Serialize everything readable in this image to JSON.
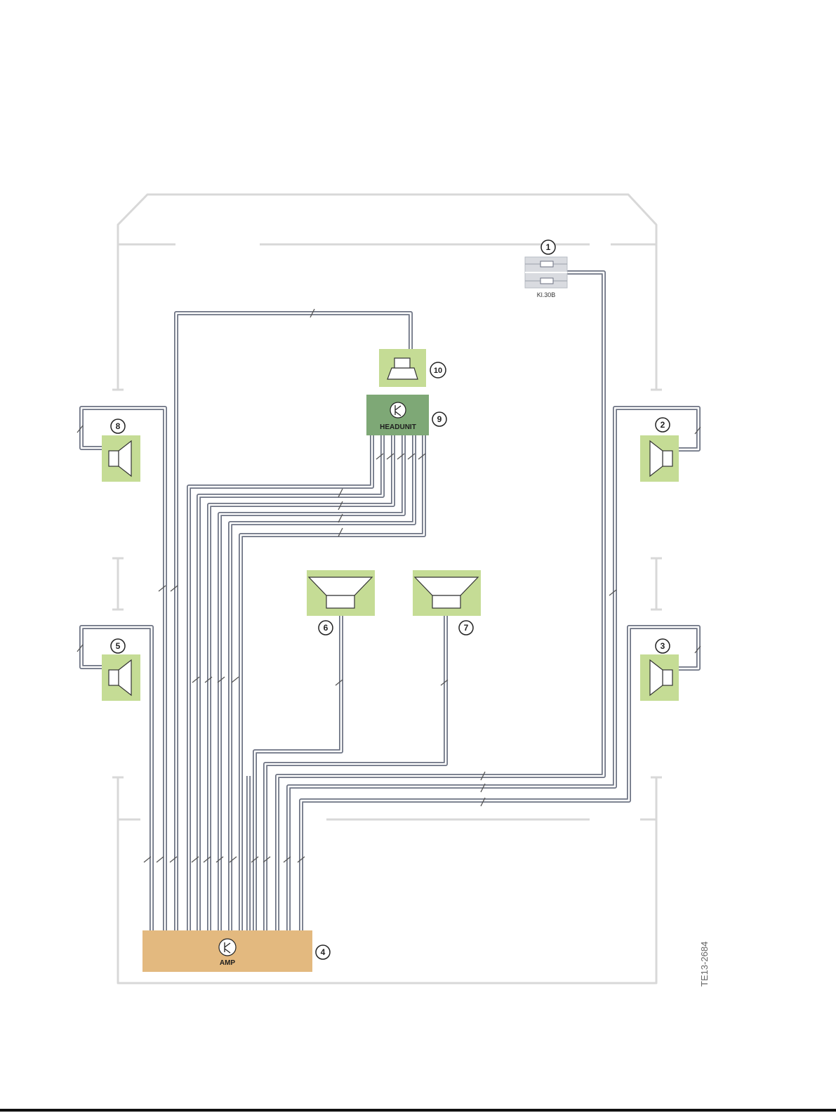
{
  "components": {
    "fuse": {
      "callout": "1",
      "label": "Kl.30B"
    },
    "speaker_right_front": {
      "callout": "2"
    },
    "speaker_right_rear": {
      "callout": "3"
    },
    "amplifier": {
      "callout": "4",
      "label": "AMP"
    },
    "speaker_left_rear": {
      "callout": "5"
    },
    "speaker_center_left": {
      "callout": "6"
    },
    "speaker_center_right": {
      "callout": "7"
    },
    "speaker_left_front": {
      "callout": "8"
    },
    "headunit": {
      "callout": "9",
      "label": "HEADUNIT"
    },
    "speaker_dash": {
      "callout": "10"
    }
  },
  "reference_code": "TE13-2684",
  "colors": {
    "speaker_fill": "#c5dc95",
    "headunit_fill": "#7ea876",
    "amp_fill": "#e3b97f",
    "fuse_fill": "#d9dbe0",
    "wire": "#6c7282",
    "outline": "#d6d6d6"
  }
}
